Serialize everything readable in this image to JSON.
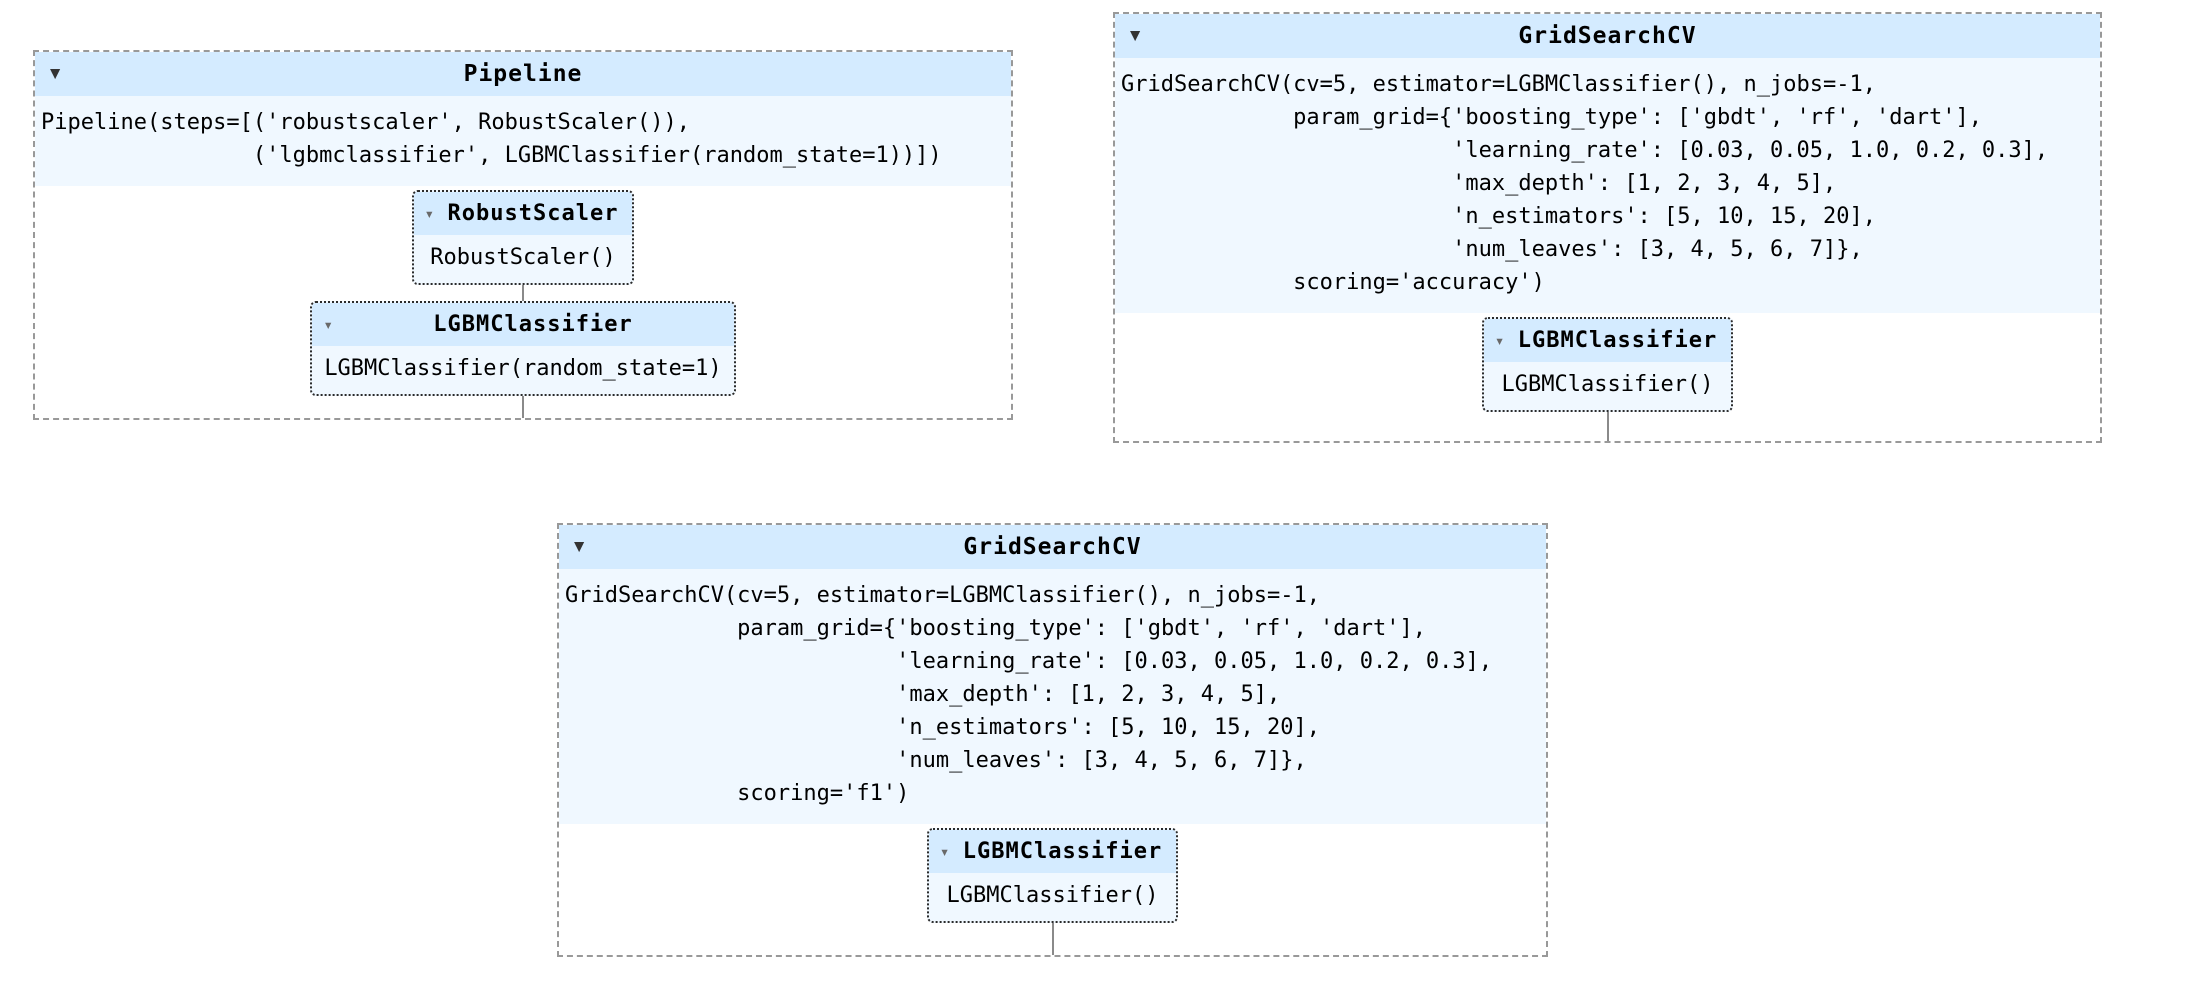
{
  "colors": {
    "header_bg": "#d4ebff",
    "content_bg": "#f0f8ff",
    "outer_border_dashed": "#999999",
    "nested_border_dotted": "#2b2b2b",
    "connector_line": "#8a8a8a",
    "arrow": "#696969",
    "text": "#000000",
    "page_bg": "#ffffff"
  },
  "icons": {
    "caret_down": "▼",
    "caret_down_small": "▾"
  },
  "diagrams": [
    {
      "title": "Pipeline",
      "code": "Pipeline(steps=[('robustscaler', RobustScaler()),\n                ('lgbmclassifier', LGBMClassifier(random_state=1))])",
      "children": [
        {
          "title": "RobustScaler",
          "code": "RobustScaler()"
        },
        {
          "title": "LGBMClassifier",
          "code": "LGBMClassifier(random_state=1)"
        }
      ]
    },
    {
      "title": "GridSearchCV",
      "code": "GridSearchCV(cv=5, estimator=LGBMClassifier(), n_jobs=-1,\n             param_grid={'boosting_type': ['gbdt', 'rf', 'dart'],\n                         'learning_rate': [0.03, 0.05, 1.0, 0.2, 0.3],\n                         'max_depth': [1, 2, 3, 4, 5],\n                         'n_estimators': [5, 10, 15, 20],\n                         'num_leaves': [3, 4, 5, 6, 7]},\n             scoring='accuracy')",
      "children": [
        {
          "title": "LGBMClassifier",
          "code": "LGBMClassifier()"
        }
      ]
    },
    {
      "title": "GridSearchCV",
      "code": "GridSearchCV(cv=5, estimator=LGBMClassifier(), n_jobs=-1,\n             param_grid={'boosting_type': ['gbdt', 'rf', 'dart'],\n                         'learning_rate': [0.03, 0.05, 1.0, 0.2, 0.3],\n                         'max_depth': [1, 2, 3, 4, 5],\n                         'n_estimators': [5, 10, 15, 20],\n                         'num_leaves': [3, 4, 5, 6, 7]},\n             scoring='f1')",
      "children": [
        {
          "title": "LGBMClassifier",
          "code": "LGBMClassifier()"
        }
      ]
    }
  ]
}
